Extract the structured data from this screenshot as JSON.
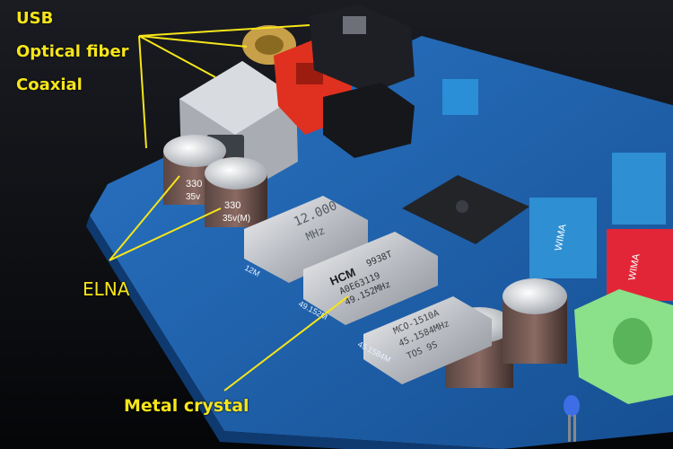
{
  "callouts": {
    "usb": "USB",
    "optical": "Optical fiber",
    "coaxial": "Coaxial",
    "elna": "ELNA",
    "metal_crystal": "Metal crystal"
  },
  "board_markings": {
    "osc1_line1": "12.000",
    "osc1_line2": "MHz",
    "osc2_brand": "HCM",
    "osc2_line1": "9938T",
    "osc2_line2": "A0E63119",
    "osc2_line3": "49.152MHz",
    "osc3_line1": "MCO-1510A",
    "osc3_line2": "45.1584MHz",
    "osc3_line3": "TOS  9S",
    "silk_12m": "12M",
    "silk_49m": "49.152M",
    "silk_45m": "45.1584M",
    "cap_value_1": "330",
    "cap_value_2": "35v",
    "cap_value_3": "330",
    "cap_value_4": "35v(M)",
    "wima_1": "WIMA",
    "wima_2": "WIMA"
  },
  "colors": {
    "label_yellow": "#f6e51a",
    "board_blue": "#1d5fa8",
    "toslink_red": "#e0301f",
    "jack_green": "#8be08a"
  }
}
